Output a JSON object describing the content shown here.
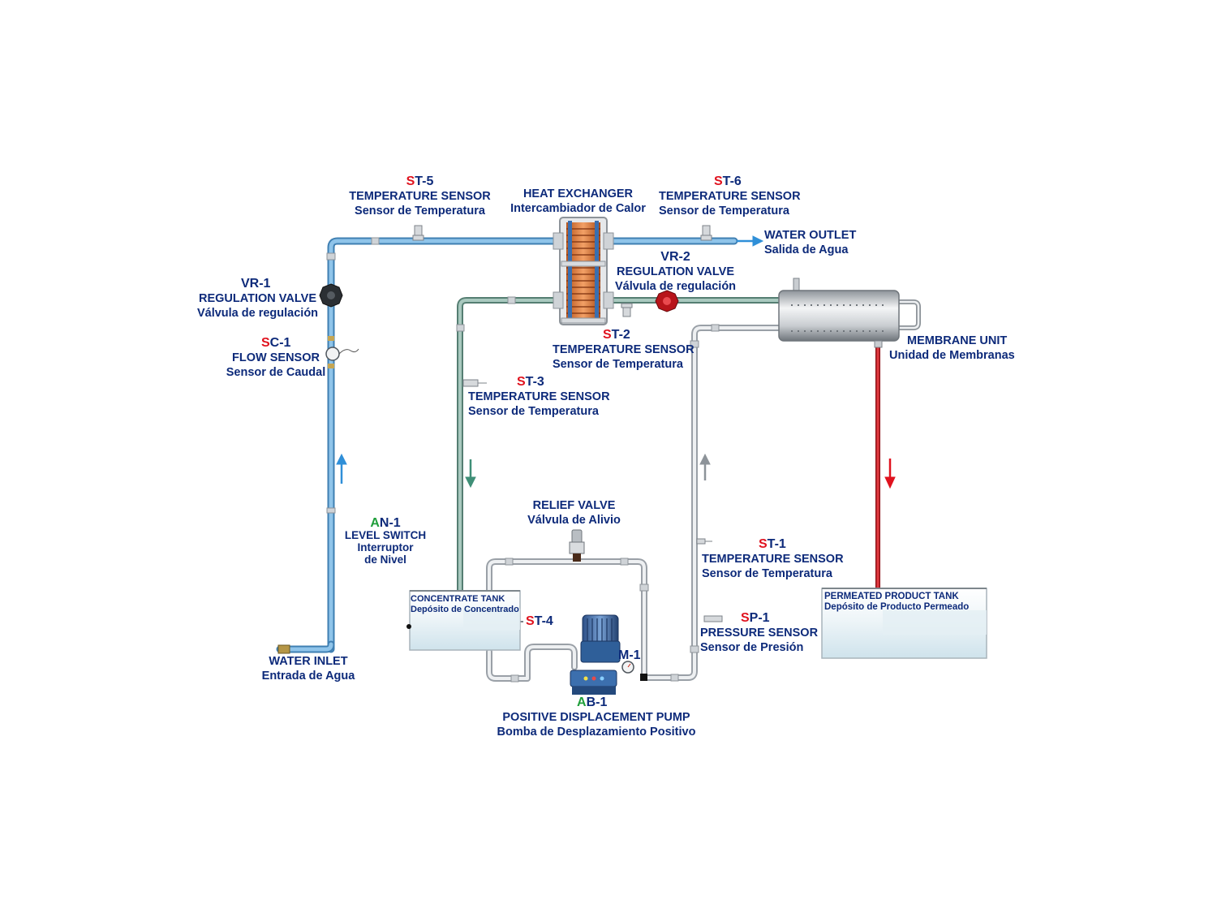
{
  "colors": {
    "label": "#0d2a7a",
    "sensor_prefix": "#e0121e",
    "actuator_prefix": "#1f9e3a",
    "cold_water_line": "#5aa6dc",
    "concentrate_line": "#6f9f92",
    "hot_return_line": "#c8ccd2",
    "permeate_line": "#d9272e"
  },
  "labels": {
    "st5": {
      "prefix": "S",
      "rest": "T-5",
      "en": "TEMPERATURE SENSOR",
      "es": "Sensor de Temperatura"
    },
    "heat_exchanger": {
      "en": "HEAT EXCHANGER",
      "es": "Intercambiador de Calor"
    },
    "st6": {
      "prefix": "S",
      "rest": "T-6",
      "en": "TEMPERATURE SENSOR",
      "es": "Sensor de Temperatura"
    },
    "water_outlet": {
      "en": "WATER OUTLET",
      "es": "Salida de Agua"
    },
    "vr2": {
      "code": "VR-2",
      "en": "REGULATION VALVE",
      "es": "Válvula de regulación"
    },
    "vr1": {
      "code": "VR-1",
      "en": "REGULATION VALVE",
      "es": "Válvula de regulación"
    },
    "sc1": {
      "prefix": "S",
      "rest": "C-1",
      "en": "FLOW SENSOR",
      "es": "Sensor de Caudal"
    },
    "st2": {
      "prefix": "S",
      "rest": "T-2",
      "en": "TEMPERATURE SENSOR",
      "es": "Sensor de Temperatura"
    },
    "membrane": {
      "en": "MEMBRANE UNIT",
      "es": "Unidad de Membranas"
    },
    "st3": {
      "prefix": "S",
      "rest": "T-3",
      "en": "TEMPERATURE SENSOR",
      "es": "Sensor de Temperatura"
    },
    "relief": {
      "en": "RELIEF VALVE",
      "es": "Válvula de Alivio"
    },
    "an1": {
      "prefix": "A",
      "rest": "N-1",
      "en": "LEVEL SWITCH",
      "es1": "Interruptor",
      "es2": "de Nivel"
    },
    "st1": {
      "prefix": "S",
      "rest": "T-1",
      "en": "TEMPERATURE SENSOR",
      "es": "Sensor de Temperatura"
    },
    "concentrate_tank": {
      "en": "CONCENTRATE TANK",
      "es": "Depósito de Concentrado"
    },
    "st4": {
      "prefix": "S",
      "rest": "T-4"
    },
    "permeate_tank": {
      "en": "PERMEATED PRODUCT TANK",
      "es": "Depósito de Producto Permeado"
    },
    "m1": {
      "code": "M-1"
    },
    "sp1": {
      "prefix": "S",
      "rest": "P-1",
      "en": "PRESSURE SENSOR",
      "es": "Sensor de Presión"
    },
    "water_inlet": {
      "en": "WATER INLET",
      "es": "Entrada de Agua"
    },
    "ab1": {
      "prefix": "A",
      "rest": "B-1",
      "en": "POSITIVE DISPLACEMENT PUMP",
      "es": "Bomba de Desplazamiento Positivo"
    }
  }
}
